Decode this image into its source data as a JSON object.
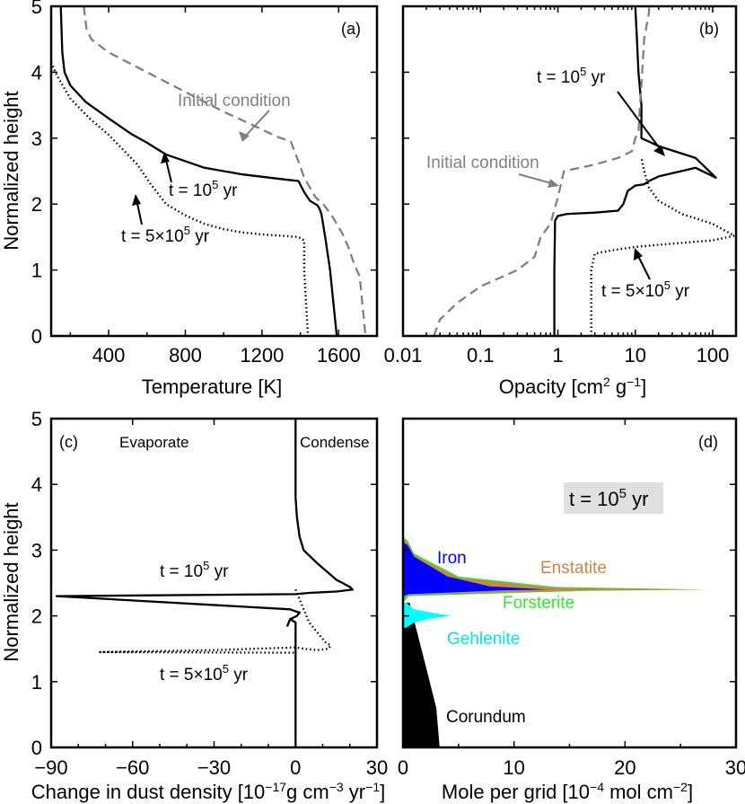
{
  "chart_data": [
    {
      "panel": "(a)",
      "type": "line",
      "xlabel": "Temperature [K]",
      "ylabel": "Normalized height",
      "xlim": [
        100,
        1800
      ],
      "ylim": [
        0,
        5
      ],
      "xticks": [
        "400",
        "800",
        "1200",
        "1600"
      ],
      "yticks": [
        "0",
        "1",
        "2",
        "3",
        "4",
        "5"
      ],
      "series": [
        {
          "style": "solid",
          "color": "#000000",
          "x": [
            150,
            158,
            170,
            200,
            280,
            400,
            520,
            600,
            700,
            900,
            1100,
            1300,
            1390,
            1420,
            1450,
            1490,
            1500,
            1510,
            1530,
            1555,
            1590
          ],
          "y": [
            5,
            4.3,
            4.0,
            3.8,
            3.55,
            3.3,
            3.06,
            2.93,
            2.75,
            2.55,
            2.45,
            2.38,
            2.35,
            2.18,
            2.05,
            1.98,
            1.93,
            1.85,
            1.5,
            1.0,
            0
          ]
        },
        {
          "style": "dashed",
          "color": "#808080",
          "x": [
            270,
            285,
            310,
            400,
            500,
            600,
            700,
            800,
            900,
            1000,
            1150,
            1280,
            1350,
            1390,
            1420,
            1450,
            1480,
            1520,
            1570,
            1620,
            1650,
            1680,
            1710,
            1720,
            1740
          ],
          "y": [
            5,
            4.65,
            4.5,
            4.3,
            4.15,
            4.0,
            3.85,
            3.7,
            3.55,
            3.4,
            3.2,
            3.02,
            2.95,
            2.65,
            2.4,
            2.25,
            2.1,
            2.0,
            1.8,
            1.55,
            1.35,
            1.1,
            0.9,
            0.6,
            0
          ]
        },
        {
          "style": "dotted",
          "color": "#000000",
          "x": [
            100,
            130,
            200,
            300,
            400,
            550,
            620,
            700,
            800,
            900,
            1000,
            1100,
            1200,
            1300,
            1390,
            1420,
            1420,
            1440
          ],
          "y": [
            4.15,
            3.95,
            3.6,
            3.3,
            3.05,
            2.6,
            2.3,
            2.0,
            1.83,
            1.7,
            1.62,
            1.57,
            1.54,
            1.52,
            1.5,
            1.45,
            1.0,
            0
          ]
        }
      ],
      "annotations": {
        "initial": "Initial condition",
        "t1_prefix": "t = 10",
        "t1_exp": "5",
        "t1_unit": " yr",
        "t2_prefix": "t = 5×10",
        "t2_exp": "5",
        "t2_unit": " yr"
      }
    },
    {
      "panel": "(b)",
      "type": "line",
      "xscale": "log",
      "xlabel_main": "Opacity [cm",
      "xlabel_exp1": "2",
      "xlabel_mid": " g",
      "xlabel_exp2": "−1",
      "xlabel_end": "]",
      "xlim": [
        0.01,
        200
      ],
      "ylim": [
        0,
        5
      ],
      "xticks": [
        "0.01",
        "0.1",
        "1",
        "10",
        "100"
      ],
      "series": [
        {
          "style": "solid",
          "color": "#000000",
          "x": [
            0.9,
            0.9,
            0.92,
            1.0,
            1.3,
            3,
            6,
            7,
            8,
            10,
            13,
            15,
            20,
            60,
            110,
            60,
            20,
            12,
            12,
            12,
            11,
            10.5,
            10
          ],
          "y": [
            0,
            1.0,
            1.75,
            1.82,
            1.85,
            1.87,
            1.9,
            2.0,
            2.2,
            2.28,
            2.3,
            2.35,
            2.42,
            2.55,
            2.4,
            2.7,
            2.88,
            3.0,
            3.2,
            3.5,
            4.0,
            4.5,
            5
          ]
        },
        {
          "style": "dashed",
          "color": "#808080",
          "x": [
            0.025,
            0.03,
            0.05,
            0.1,
            0.3,
            0.5,
            0.6,
            0.8,
            1.0,
            1.2,
            3,
            6,
            9,
            10,
            11,
            11.5,
            12,
            13,
            15,
            15
          ],
          "y": [
            0,
            0.25,
            0.5,
            0.75,
            1.0,
            1.2,
            1.5,
            1.7,
            2.1,
            2.5,
            2.6,
            2.7,
            2.8,
            3.0,
            3.1,
            3.5,
            3.8,
            4.5,
            4.9,
            5
          ]
        },
        {
          "style": "dotted",
          "color": "#000000",
          "x": [
            2.7,
            2.7,
            3.0,
            5,
            10,
            30,
            100,
            190,
            100,
            40,
            20,
            15,
            13,
            12
          ],
          "y": [
            0,
            1.0,
            1.25,
            1.3,
            1.35,
            1.4,
            1.45,
            1.52,
            1.7,
            1.85,
            2.05,
            2.25,
            2.5,
            2.7
          ]
        }
      ],
      "annotations": {
        "initial": "Initial condition",
        "t1_prefix": "t = 10",
        "t1_exp": "5",
        "t1_unit": " yr",
        "t2_prefix": "t = 5×10",
        "t2_exp": "5",
        "t2_unit": " yr"
      }
    },
    {
      "panel": "(c)",
      "type": "line",
      "xlabel_main": "Change in dust density [10",
      "xlabel_exp1": "−17",
      "xlabel_mid": "g cm",
      "xlabel_exp2": "−3",
      "xlabel_mid2": " yr",
      "xlabel_exp3": "−1",
      "xlabel_end": "]",
      "ylabel": "Normalized height",
      "xlim": [
        -90,
        30
      ],
      "ylim": [
        0,
        5
      ],
      "xticks": [
        "−90",
        "−60",
        "−30",
        "0",
        "30"
      ],
      "yticks": [
        "0",
        "1",
        "2",
        "3",
        "4",
        "5"
      ],
      "regions": {
        "left": "Evaporate",
        "right": "Condense"
      },
      "series": [
        {
          "style": "solid",
          "color": "#000000",
          "x": [
            0,
            0,
            0.5,
            1.5,
            3,
            8,
            15,
            20,
            21,
            15,
            5,
            0,
            -88,
            -2,
            0,
            1.5,
            0.5,
            -2,
            -3,
            -2,
            0,
            0,
            0
          ],
          "y": [
            5,
            3.8,
            3.5,
            3.2,
            3.0,
            2.8,
            2.55,
            2.44,
            2.4,
            2.37,
            2.35,
            2.33,
            2.3,
            2.1,
            2.07,
            2.05,
            2.0,
            1.95,
            1.85,
            1.95,
            1.9,
            1.0,
            0
          ]
        },
        {
          "style": "dotted",
          "color": "#000000",
          "x": [
            0,
            1,
            2,
            3,
            4,
            5,
            7,
            9,
            11,
            13,
            12,
            8,
            3,
            0,
            -30,
            -72,
            0
          ],
          "y": [
            2.4,
            2.3,
            2.2,
            2.1,
            2.0,
            1.9,
            1.8,
            1.7,
            1.6,
            1.55,
            1.5,
            1.48,
            1.5,
            1.52,
            1.48,
            1.45,
            1.44
          ]
        }
      ],
      "annotations": {
        "t1_prefix": "t = 10",
        "t1_exp": "5",
        "t1_unit": " yr",
        "t2_prefix": "t = 5×10",
        "t2_exp": "5",
        "t2_unit": " yr"
      }
    },
    {
      "panel": "(d)",
      "type": "area",
      "xlabel_main": "Mole per grid [10",
      "xlabel_exp1": "−4",
      "xlabel_mid": " mol cm",
      "xlabel_exp2": "−2",
      "xlabel_end": "]",
      "xlim": [
        0,
        30
      ],
      "ylim": [
        0,
        5
      ],
      "xticks": [
        "0",
        "10",
        "20",
        "30"
      ],
      "time_prefix": "t = 10",
      "time_exp": "5",
      "time_unit": " yr",
      "series": [
        {
          "name": "Corundum",
          "color": "#000000",
          "x": [
            3.3,
            3.0,
            2.4,
            1.8,
            1.2,
            0.8,
            0.6,
            0
          ],
          "y": [
            0,
            0.6,
            1.0,
            1.4,
            1.8,
            2.05,
            2.2,
            2.2
          ]
        },
        {
          "name": "Gehlenite",
          "color": "#00ffff",
          "x": [
            0.3,
            1.0,
            2.5,
            4.3,
            2.5,
            1.0,
            0.3
          ],
          "y": [
            1.82,
            1.9,
            1.96,
            2.0,
            2.05,
            2.1,
            2.2
          ]
        },
        {
          "name": "Forsterite",
          "color": "#33e633",
          "x": [
            27.5
          ],
          "y": [
            2.4
          ]
        },
        {
          "name": "Enstatite",
          "color": "#c6874a",
          "x": [
            27.0
          ],
          "y": [
            2.4
          ]
        },
        {
          "name": "Iron",
          "color": "#0000ff",
          "x": [
            13.0
          ],
          "y": [
            2.4
          ]
        }
      ]
    }
  ],
  "axes_labels": {
    "a_xlabel": "Temperature [K]",
    "ylabel": "Normalized height"
  },
  "panel_labels": {
    "a": "(a)",
    "b": "(b)",
    "c": "(c)",
    "d": "(d)"
  },
  "legend_colors": {
    "Iron": "#0000ff",
    "Enstatite": "#c6874a",
    "Forsterite": "#33e633",
    "Gehlenite": "#00ffff",
    "Corundum": "#000000"
  }
}
